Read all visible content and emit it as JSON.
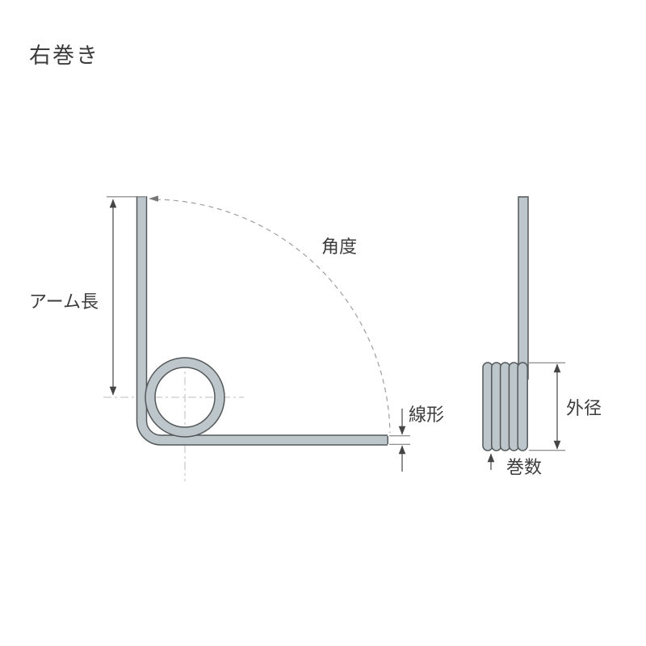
{
  "title": "右巻き",
  "front_view": {
    "arm_length_label": "アーム長",
    "angle_label": "角度",
    "wire_diameter_label": "線形"
  },
  "side_view": {
    "outer_diameter_label": "外径",
    "coil_count_label": "巻数"
  },
  "colors": {
    "wire_fill": "#bdc6ca",
    "wire_outline": "#54585a",
    "dimension": "#454545",
    "dashed": "#bdbdbd",
    "arc": "#9e9e9e",
    "text": "#3c3c3c"
  }
}
